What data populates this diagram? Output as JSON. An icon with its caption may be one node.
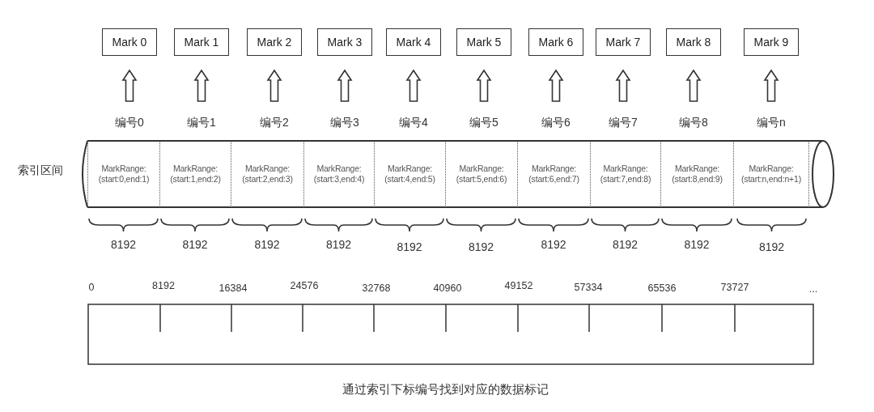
{
  "diagram": {
    "caption": "通过索引下标编号找到对应的数据标记",
    "nodes": [
      {
        "text": [
          "Mark 0"
        ]
      },
      {
        "text": [
          "Mark 1"
        ]
      },
      {
        "text": [
          "Mark 2"
        ]
      },
      {
        "text": [
          "Mark 3"
        ]
      },
      {
        "text": [
          "Mark 4"
        ]
      },
      {
        "text": [
          "Mark 5"
        ]
      },
      {
        "text": [
          "Mark 6"
        ]
      },
      {
        "text": [
          "Mark 7"
        ]
      },
      {
        "text": [
          "Mark 8"
        ]
      },
      {
        "text": [
          "Mark 9"
        ]
      },
      {
        "text": [
          "编号0"
        ]
      },
      {
        "text": [
          "编号1"
        ]
      },
      {
        "text": [
          "编号2"
        ]
      },
      {
        "text": [
          "编号3"
        ]
      },
      {
        "text": [
          "编号4"
        ]
      },
      {
        "text": [
          "编号5"
        ]
      },
      {
        "text": [
          "编号6"
        ]
      },
      {
        "text": [
          "编号7"
        ]
      },
      {
        "text": [
          "编号8"
        ]
      },
      {
        "text": [
          "编号n"
        ]
      },
      {
        "text": [
          "索引区间"
        ]
      },
      {
        "text": [
          "MarkRange: (start:0,end:1)"
        ],
        "in": 20
      },
      {
        "text": [
          "MarkRange: (start:1,end:2)"
        ],
        "in": 20
      },
      {
        "text": [
          "MarkRange: (start:2,end:3)"
        ],
        "in": 20
      },
      {
        "text": [
          "MarkRange: (start:3,end:4)"
        ],
        "in": 20
      },
      {
        "text": [
          "MarkRange: (start:4,end:5)"
        ],
        "in": 20
      },
      {
        "text": [
          "MarkRange: (start:5,end:6)"
        ],
        "in": 20
      },
      {
        "text": [
          "MarkRange: (start:6,end:7)"
        ],
        "in": 20
      },
      {
        "text": [
          "MarkRange: (start:7,end:8)"
        ],
        "in": 20
      },
      {
        "text": [
          "MarkRange: (start:8,end:9)"
        ],
        "in": 20
      },
      {
        "text": [
          "MarkRange: (start:n,end:n+1)"
        ],
        "in": 20
      }
    ],
    "edges": [
      {
        "from": 10,
        "to": 0,
        "arrow": "to",
        "style": "thick"
      },
      {
        "from": 11,
        "to": 1,
        "arrow": "to",
        "style": "thick"
      },
      {
        "from": 12,
        "to": 2,
        "arrow": "to",
        "style": "thick"
      },
      {
        "from": 13,
        "to": 3,
        "arrow": "to",
        "style": "thick"
      },
      {
        "from": 14,
        "to": 4,
        "arrow": "to",
        "style": "thick"
      },
      {
        "from": 15,
        "to": 5,
        "arrow": "to",
        "style": "thick"
      },
      {
        "from": 16,
        "to": 6,
        "arrow": "to",
        "style": "thick"
      },
      {
        "from": 17,
        "to": 7,
        "arrow": "to",
        "style": "thick"
      },
      {
        "from": 18,
        "to": 8,
        "arrow": "to",
        "style": "thick"
      },
      {
        "from": 19,
        "to": 9,
        "arrow": "to",
        "style": "thick"
      }
    ],
    "labels": [
      "8192",
      "8192",
      "8192",
      "8192",
      "8192",
      "8192",
      "8192",
      "8192",
      "8192",
      "8192",
      "0",
      "8192",
      "16384",
      "24576",
      "32768",
      "40960",
      "49152",
      "57334",
      "65536",
      "73727",
      "..."
    ]
  }
}
